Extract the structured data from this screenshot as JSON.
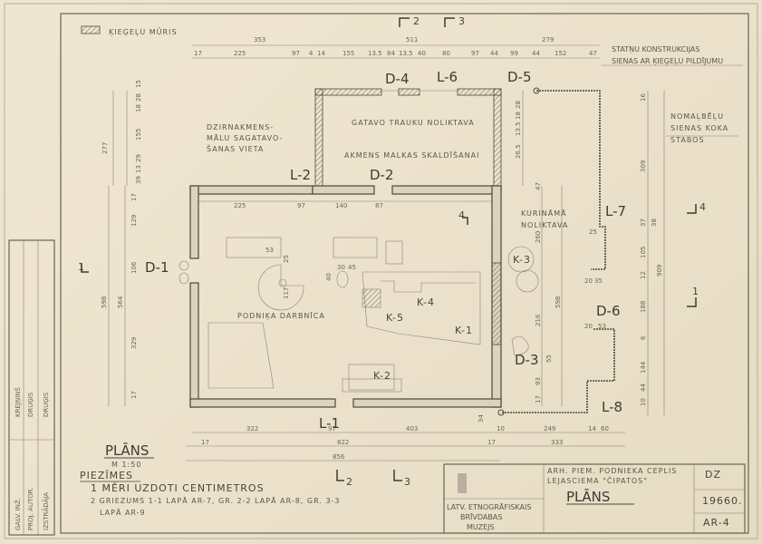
{
  "legend": {
    "label": "ĶIEĢEĻU MŪRIS"
  },
  "section_marks": {
    "top": [
      "2",
      "3"
    ],
    "bottom": [
      "2",
      "3"
    ],
    "left": "1",
    "right": [
      "4",
      "1"
    ],
    "mid": "4"
  },
  "notes_top_right": [
    "STATŅU KONSTRUKCIJAS",
    "SIENAS AR ĶIEĢEĻU PILDĪJUMU"
  ],
  "notes_right": [
    "NOMAĻBĒĻU",
    "SIENAS KOKA",
    "STABOS"
  ],
  "rooms": {
    "storage": "GATAVO TRAUKU NOLIKTAVA",
    "splitting": "AKMENS MALKAS SKALDĪŠANAI",
    "millstone": [
      "DZIRNAKMENS-",
      "MĀLU SAGATAVO-",
      "ŠANAS VIETA"
    ],
    "workshop": "PODNIĶA DARBNĪCA",
    "fuel": [
      "KURINĀMĀ",
      "NOLIKTAVA"
    ]
  },
  "openings": [
    "D-1",
    "D-2",
    "D-3",
    "D-4",
    "D-5",
    "D-6",
    "L-1",
    "L-2",
    "L-6",
    "L-7",
    "L-8"
  ],
  "kilns": [
    "K-1",
    "K-2",
    "K-3",
    "K-4",
    "K-5"
  ],
  "dimensions": {
    "top_overall": [
      "353",
      "511",
      "279"
    ],
    "top_detail": [
      "17",
      "225",
      "97",
      "4",
      "14",
      "155",
      "13.5",
      "84",
      "13.5",
      "40",
      "80",
      "97",
      "44",
      "99",
      "44",
      "152",
      "47"
    ],
    "inner_top": [
      "225",
      "97",
      "140",
      "87"
    ],
    "left": [
      "598",
      "564",
      "129",
      "106",
      "329",
      "17",
      "17",
      "277",
      "15",
      "28",
      "18",
      "155",
      "29",
      "13",
      "39"
    ],
    "right": [
      "16",
      "309",
      "37",
      "38",
      "105",
      "12",
      "188",
      "6",
      "144",
      "44",
      "10",
      "909"
    ],
    "fuel_store": [
      "598",
      "260",
      "216",
      "93",
      "17",
      "47",
      "55",
      "28",
      "18",
      "13.5",
      "26.5",
      "20",
      "35",
      "20",
      "53",
      "25"
    ],
    "workshop": [
      "53",
      "25",
      "117",
      "30",
      "45",
      "40"
    ],
    "bottom_detail": [
      "322",
      "97",
      "403",
      "10",
      "249",
      "14",
      "60",
      "34"
    ],
    "bottom_overall": [
      "17",
      "822",
      "17",
      "333"
    ],
    "bottom_total": "856"
  },
  "plan_title": {
    "title": "PLĀNS",
    "scale": "M 1:50"
  },
  "notes": {
    "heading": "PIEZĪMES",
    "items": [
      "1  MĒRI UZDOTI CENTIMETROS",
      "2  GRIEZUMS 1-1 LAPĀ AR-7, GR. 2-2 LAPĀ AR-8, GR. 3-3",
      "LAPĀ AR-9"
    ]
  },
  "stamp_left": [
    "GALV. INŽ.",
    "PROJ. AUTOR.",
    "IZSTRĀDĀJA",
    "KREJŅINŠ",
    "DRUĢIS",
    "DRUĢIS"
  ],
  "title_block": {
    "org": [
      "LATV. ETNOGRĀFISKAIS",
      "BRĪVDABAS",
      "MUZEJS"
    ],
    "project": [
      "ARH. PIEM. PODNIEKA CEPLIS",
      "LEJASCIEMA \"ČIPATOS\""
    ],
    "sheet_title": "PLĀNS",
    "stage": "DZ",
    "number": "19660.",
    "sheet": "AR-4"
  },
  "colors": {
    "paper": "#ece2cc",
    "ink": "#4d473e"
  }
}
